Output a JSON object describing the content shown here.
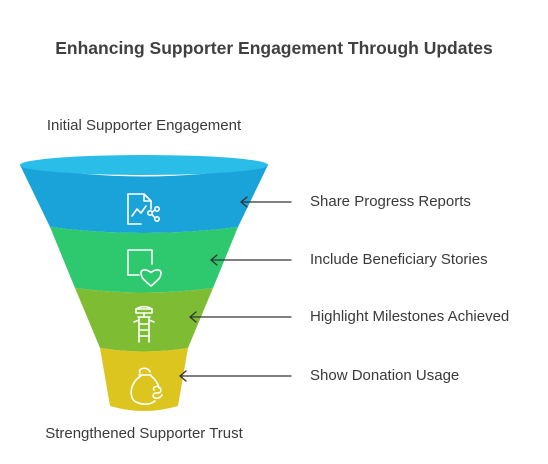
{
  "title": "Enhancing Supporter Engagement Through Updates",
  "top_label": "Initial Supporter Engagement",
  "bottom_label": "Strengthened Supporter Trust",
  "colors": {
    "rim": "#29bde8",
    "stage1": "#1aa3d9",
    "stage2": "#2ec86f",
    "stage3": "#7ebd33",
    "stage4": "#dcc51e",
    "arrow": "#333333",
    "icon": "#ffffff"
  },
  "stages": [
    {
      "label": "Share Progress Reports",
      "icon": "report-chart-share-icon"
    },
    {
      "label": "Include Beneficiary Stories",
      "icon": "document-heart-icon"
    },
    {
      "label": "Highlight Milestones Achieved",
      "icon": "ladder-flag-icon"
    },
    {
      "label": "Show Donation Usage",
      "icon": "money-bag-icon"
    }
  ]
}
